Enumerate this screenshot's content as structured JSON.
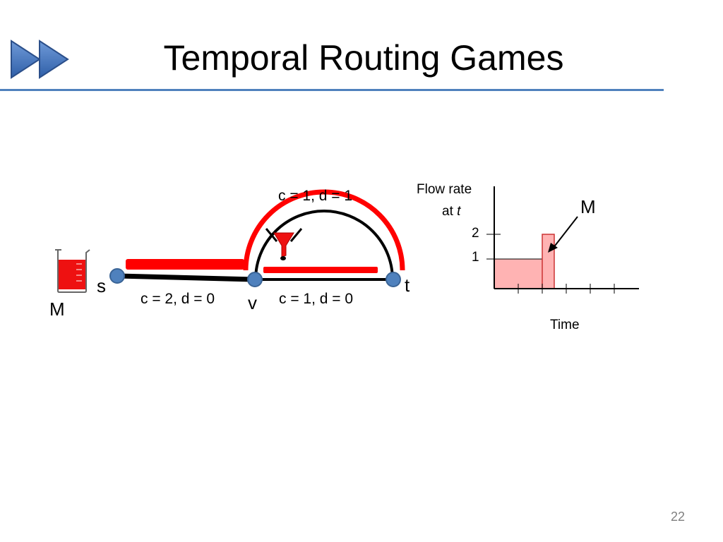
{
  "slide": {
    "title": "Temporal Routing Games",
    "page_number": "22"
  },
  "network": {
    "nodes": [
      {
        "id": "s",
        "label": "s"
      },
      {
        "id": "v",
        "label": "v"
      },
      {
        "id": "t",
        "label": "t"
      }
    ],
    "edges": [
      {
        "id": "s-v",
        "label": "c = 2, d = 0"
      },
      {
        "id": "v-t-lower",
        "label": "c = 1, d = 0"
      },
      {
        "id": "v-t-upper",
        "label": "c = 1, d = 1"
      }
    ],
    "source_mass_label": "M"
  },
  "flow_chart": {
    "ylabel_line1": "Flow rate",
    "ylabel_line2_prefix": "at ",
    "ylabel_line2_var": "t",
    "xlabel": "Time",
    "y_ticks": [
      "1",
      "2"
    ],
    "annotation": "M",
    "colors": {
      "fill": "#ffb3b3",
      "stroke": "#cc3333"
    }
  },
  "colors": {
    "flow_red": "#ff0000",
    "node_blue": "#4f81bd",
    "rule_blue": "#4f81bd"
  }
}
